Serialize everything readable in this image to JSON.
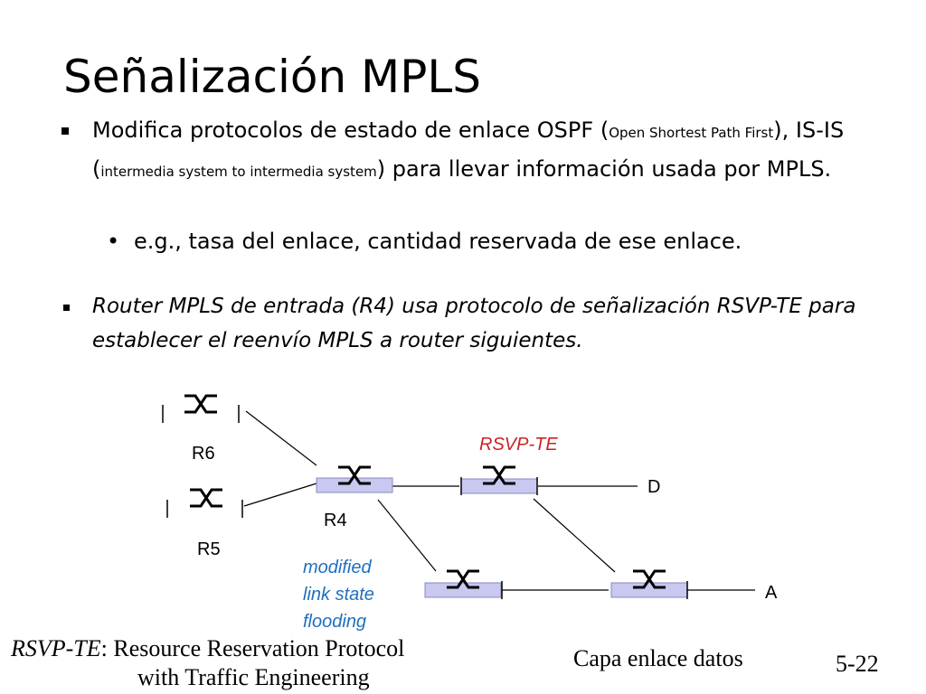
{
  "slide": {
    "title": "Señalización MPLS",
    "bullet1": {
      "part1": "Modifica protocolos de estado de enlace OSPF (",
      "small1": "Open Shortest Path First",
      "part2": "), IS-IS (",
      "small2": "intermedia system to intermedia system",
      "part3": ") para llevar información usada por MPLS."
    },
    "subbullet": {
      "marker": "•",
      "text": "e.g., tasa del enlace, cantidad reservada de ese enlace."
    },
    "bullet2": {
      "text": "Router MPLS de entrada (R4) usa protocolo de señalización RSVP-TE para establecer el reenvío MPLS a router siguientes."
    },
    "diagram": {
      "routers": [
        "R6",
        "R5",
        "R4"
      ],
      "rsvp_label": "RSVP-TE",
      "destination_d": "D",
      "destination_a": "A",
      "flooding_lines": [
        "modified",
        "link state",
        "flooding"
      ],
      "colors": {
        "rsvp": "#cc2222",
        "flooding": "#1f6fbf",
        "router_fill": "#c8c8f0"
      }
    },
    "footer": {
      "def_abbr": "RSVP-TE",
      "def_line1": ": Resource Reservation Protocol",
      "def_line2": "with Traffic Engineering",
      "section": "Capa enlace datos",
      "page": "5-22"
    }
  }
}
